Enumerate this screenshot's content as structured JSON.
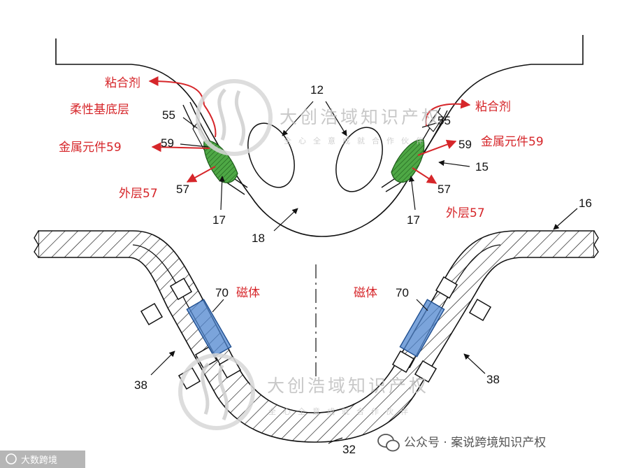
{
  "labels": {
    "n12": "12",
    "n15": "15",
    "n16": "16",
    "n17_left": "17",
    "n17_right": "17",
    "n18": "18",
    "n32": "32",
    "n38_left": "38",
    "n38_right": "38",
    "n55_left": "55",
    "n55_right": "55",
    "n57_left": "57",
    "n57_right": "57",
    "n59_left": "59",
    "n59_right": "59",
    "n70_left": "70",
    "n70_right": "70"
  },
  "annotations": {
    "adhesive_left": "粘合剂",
    "flex_substrate_left": "柔性基底层",
    "metal_element_left": "金属元件59",
    "outer_layer_left": "外层57",
    "adhesive_right": "粘合剂",
    "metal_element_right": "金属元件59",
    "outer_layer_right": "外层57",
    "magnet_left": "磁体",
    "magnet_right": "磁体"
  },
  "watermark": {
    "main_top": "大创浩域知识产权",
    "sub_top": "全心全意成就合作伙伴",
    "main_bottom": "大创浩域知识产权",
    "sub_bottom": "全心全意成就合作伙伴"
  },
  "footer": {
    "channel": "公众号 · 案说跨境知识产权",
    "corner": "大数跨境"
  },
  "colors": {
    "annotation_red": "#d6262a",
    "metal_green": "#3f9a3a",
    "magnet_blue": "#4f86cf",
    "line": "#111111"
  }
}
